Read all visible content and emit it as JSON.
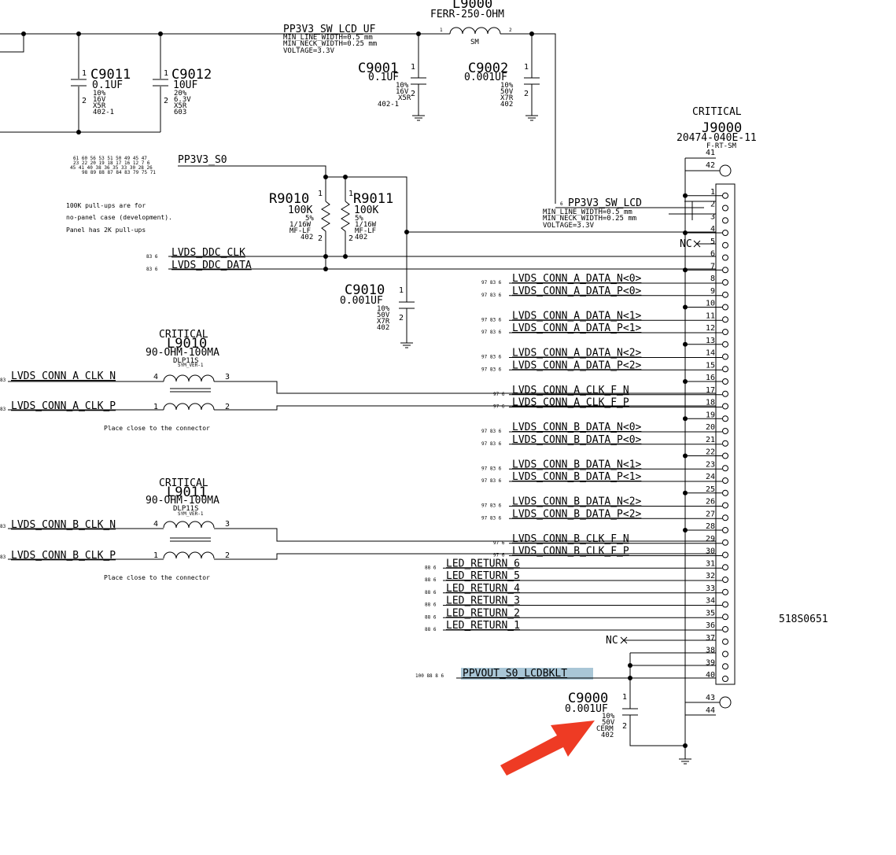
{
  "nets": {
    "pp3v3_sw_lcd_uf": "PP3V3_SW_LCD_UF",
    "pp3v3_sw_lcd_uf_rules": [
      "MIN_LINE_WIDTH=0.5 mm",
      "MIN_NECK_WIDTH=0.25 mm",
      "VOLTAGE=3.3V"
    ],
    "pp3v3_sw_lcd": "PP3V3_SW_LCD",
    "pp3v3_sw_lcd_rules": [
      "MIN_LINE_WIDTH=0.5 mm",
      "MIN_NECK_WIDTH=0.25 mm",
      "VOLTAGE=3.3V"
    ],
    "pp3v3_s0": "PP3V3_S0",
    "lvds_ddc_clk": "LVDS_DDC_CLK",
    "lvds_ddc_data": "LVDS_DDC_DATA",
    "lvds_conn_a_clk_n": "LVDS_CONN_A_CLK_N",
    "lvds_conn_a_clk_p": "LVDS_CONN_A_CLK_P",
    "lvds_conn_b_clk_n": "LVDS_CONN_B_CLK_N",
    "lvds_conn_b_clk_p": "LVDS_CONN_B_CLK_P",
    "ppvout_s0_lcdbklt": "PPVOUT_S0_LCDBKLT"
  },
  "l9000": {
    "ref": "L9000",
    "value": "FERR-250-OHM",
    "pkg": "SM",
    "pin1": "1",
    "pin2": "2"
  },
  "c9011": {
    "ref": "C9011",
    "value": "0.1UF",
    "specs": [
      "10%",
      "16V",
      "X5R",
      "402-1"
    ]
  },
  "c9012": {
    "ref": "C9012",
    "value": "10UF",
    "specs": [
      "20%",
      "6.3V",
      "X5R",
      "603"
    ]
  },
  "c9001": {
    "ref": "C9001",
    "value": "0.1UF",
    "specs": [
      "10%",
      "16V",
      "X5R",
      "402-1"
    ]
  },
  "c9002": {
    "ref": "C9002",
    "value": "0.001UF",
    "specs": [
      "10%",
      "50V",
      "X7R",
      "402"
    ]
  },
  "c9010": {
    "ref": "C9010",
    "value": "0.001UF",
    "specs": [
      "10%",
      "50V",
      "X7R",
      "402"
    ]
  },
  "c9000": {
    "ref": "C9000",
    "value": "0.001UF",
    "specs": [
      "10%",
      "50V",
      "CERM",
      "402"
    ]
  },
  "r9010": {
    "ref": "R9010",
    "value": "100K",
    "specs": [
      "5%",
      "1/16W",
      "MF-LF",
      "402"
    ]
  },
  "r9011": {
    "ref": "R9011",
    "value": "100K",
    "specs": [
      "5%",
      "1/16W",
      "MF-LF",
      "402"
    ]
  },
  "pullup_note": [
    "100K pull-ups are for",
    "no-panel case (development).",
    "Panel has 2K pull-ups"
  ],
  "pp3v3_s0_refs": [
    "61 60 56 53 51 50 49 45 47",
    "23 22 20 19 18 17 16 12 7 6",
    "45 41 40 38 36 35 33 30 28 26",
    "98 89 88 87 84 83 79 75 71"
  ],
  "l9010": {
    "critical": "CRITICAL",
    "ref": "L9010",
    "value": "90-OHM-100MA",
    "pkg": "DLP11S",
    "sub": "SYM_VER-1"
  },
  "l9011": {
    "critical": "CRITICAL",
    "ref": "L9011",
    "value": "90-OHM-100MA",
    "pkg": "DLP11S",
    "sub": "SYM_VER-1"
  },
  "place_note": "Place close to the connector",
  "j9000": {
    "critical": "CRITICAL",
    "ref": "J9000",
    "part": "20474-040E-11",
    "pkg": "F-RT-SM",
    "pn": "518S0651"
  },
  "nc": "NC",
  "connector_nets": [
    {
      "pin": 8,
      "name": "LVDS_CONN_A_DATA_N<0>",
      "refs": "97 83 6"
    },
    {
      "pin": 9,
      "name": "LVDS_CONN_A_DATA_P<0>",
      "refs": "97 83 6"
    },
    {
      "pin": 11,
      "name": "LVDS_CONN_A_DATA_N<1>",
      "refs": "97 83 6"
    },
    {
      "pin": 12,
      "name": "LVDS_CONN_A_DATA_P<1>",
      "refs": "97 83 6"
    },
    {
      "pin": 14,
      "name": "LVDS_CONN_A_DATA_N<2>",
      "refs": "97 83 6"
    },
    {
      "pin": 15,
      "name": "LVDS_CONN_A_DATA_P<2>",
      "refs": "97 83 6"
    },
    {
      "pin": 17,
      "name": "LVDS_CONN_A_CLK_F_N",
      "refs": "97 6"
    },
    {
      "pin": 18,
      "name": "LVDS_CONN_A_CLK_F_P",
      "refs": "97 6"
    },
    {
      "pin": 20,
      "name": "LVDS_CONN_B_DATA_N<0>",
      "refs": "97 83 6"
    },
    {
      "pin": 21,
      "name": "LVDS_CONN_B_DATA_P<0>",
      "refs": "97 83 6"
    },
    {
      "pin": 23,
      "name": "LVDS_CONN_B_DATA_N<1>",
      "refs": "97 83 6"
    },
    {
      "pin": 24,
      "name": "LVDS_CONN_B_DATA_P<1>",
      "refs": "97 83 6"
    },
    {
      "pin": 26,
      "name": "LVDS_CONN_B_DATA_N<2>",
      "refs": "97 83 6"
    },
    {
      "pin": 27,
      "name": "LVDS_CONN_B_DATA_P<2>",
      "refs": "97 83 6"
    },
    {
      "pin": 29,
      "name": "LVDS_CONN_B_CLK_F_N",
      "refs": "97 6"
    },
    {
      "pin": 30,
      "name": "LVDS_CONN_B_CLK_F_P",
      "refs": "97 6"
    },
    {
      "pin": 31,
      "name": "LED_RETURN_6",
      "refs": "88 6"
    },
    {
      "pin": 32,
      "name": "LED_RETURN_5",
      "refs": "88 6"
    },
    {
      "pin": 33,
      "name": "LED_RETURN_4",
      "refs": "88 6"
    },
    {
      "pin": 34,
      "name": "LED_RETURN_3",
      "refs": "88 6"
    },
    {
      "pin": 35,
      "name": "LED_RETURN_2",
      "refs": "88 6"
    },
    {
      "pin": 36,
      "name": "LED_RETURN_1",
      "refs": "88 6"
    }
  ],
  "refs": {
    "ddc": "83 6",
    "clk_in": "83",
    "pp3v3_sw_lcd": "6",
    "ppvout": "100 88 8 6"
  },
  "colors": {
    "highlight": "#a9c6d6",
    "arrow": "#ee3b24",
    "ink": "#000000"
  }
}
